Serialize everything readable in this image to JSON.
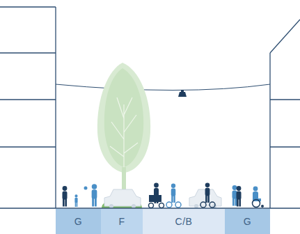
{
  "diagram": {
    "nodes": [
      {
        "text": [
          "G"
        ]
      },
      {
        "text": [
          "F"
        ]
      },
      {
        "text": [
          "C/B"
        ]
      },
      {
        "text": [
          "G"
        ]
      }
    ]
  }
}
